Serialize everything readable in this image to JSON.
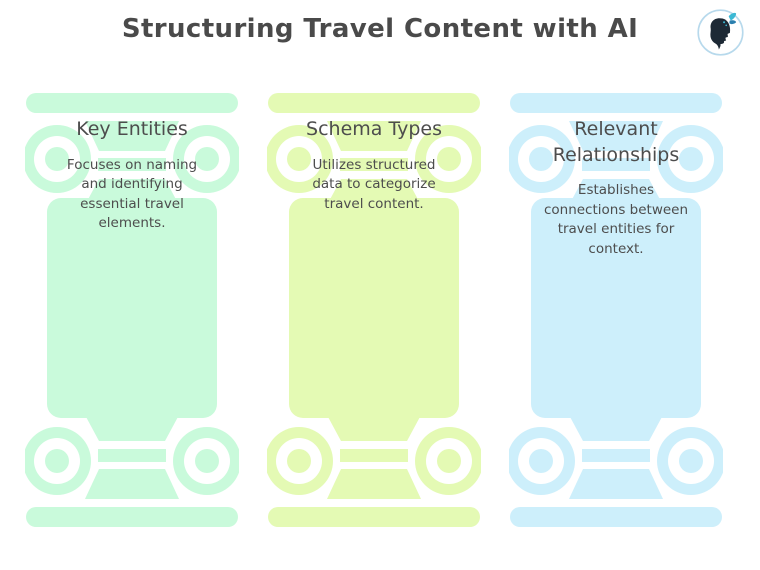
{
  "header": {
    "title": "Structuring Travel Content with AI"
  },
  "logo": {
    "name": "head-with-butterfly-logo",
    "ring_color": "#b7d9ec",
    "silhouette_color": "#1d2935",
    "butterfly_color": "#3bb8d4",
    "butterfly_dark_color": "#2a7fae"
  },
  "theme": {
    "background": "#ffffff",
    "title_color": "#4a4a4a",
    "text_color": "#4d4d4d"
  },
  "columns": [
    {
      "title": "Key Entities",
      "description": "Focuses on naming and identifying essential travel elements.",
      "color": "#c9fadb"
    },
    {
      "title": "Schema Types",
      "description": "Utilizes structured data to categorize travel content.",
      "color": "#e4fab4"
    },
    {
      "title": "Relevant Relationships",
      "description": "Establishes connections between travel entities for context.",
      "color": "#cdeffb"
    }
  ]
}
